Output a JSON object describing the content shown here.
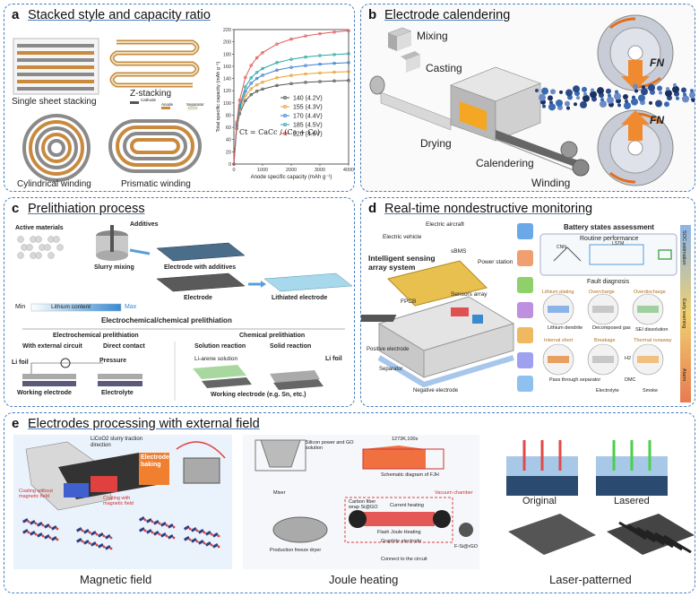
{
  "panels": {
    "a": {
      "letter": "a",
      "title": "Stacked style and capacity ratio",
      "labels": {
        "single": "Single sheet stacking",
        "z": "Z-stacking",
        "cyl": "Cylindrical winding",
        "pris": "Prismatic winding",
        "cathode": "Cathode",
        "anode": "Anode",
        "separator": "Separator"
      },
      "formula": "Ct = CaCc / (Ca + Cc)"
    },
    "b": {
      "letter": "b",
      "title": "Electrode calendering",
      "labels": {
        "mixing": "Mixing",
        "casting": "Casting",
        "drying": "Drying",
        "calendering": "Calendering",
        "winding": "Winding",
        "fn_top": "FN",
        "fn_bottom": "FN"
      }
    },
    "c": {
      "letter": "c",
      "title": "Prelithiation process",
      "labels": {
        "additives": "Additives",
        "active": "Active materials",
        "slurry": "Slurry mixing",
        "electrode_add": "Electrode with additives",
        "electrode": "Electrode",
        "lithiated": "Lithiated electrode",
        "min": "Min",
        "lithium_content": "Lithium content",
        "max": "Max",
        "ec_header": "Electrochemical/chemical prelithiation",
        "ec": "Electrochemical prelithiation",
        "chem": "Chemical prelithiation",
        "ext_circuit": "With external circuit",
        "direct": "Direct contact",
        "solution": "Solution reaction",
        "solid": "Solid reaction",
        "li_foil": "Li foil",
        "pressure": "Pressure",
        "li_arene": "Li-arene solution",
        "li_foil2": "Li foil",
        "working": "Working electrode",
        "electrolyte": "Electrolyte",
        "working2": "Working electrode (e.g. Sn, etc.)"
      }
    },
    "d": {
      "letter": "d",
      "title": "Real-time nondestructive monitoring",
      "labels": {
        "aircraft": "Electric aircraft",
        "vehicle": "Electric vehicle",
        "sbms": "sBMS",
        "power": "Power station",
        "intelligent": "Intelligent sensing array system",
        "fpcb": "FPCB",
        "sensors": "Sensors array",
        "positive": "Positive electrode",
        "separator": "Separator",
        "negative": "Negative electrode",
        "assessment": "Battery states assessment",
        "routine": "Routine performance",
        "cnn": "CNN",
        "lstm": "LSTM",
        "fault": "Fault diagnosis",
        "plating": "Lithium plating",
        "overcharge": "Overcharge",
        "overdischarge": "Overdischarge",
        "dendrite": "Lithium dendrite",
        "gas": "Decomposed gas",
        "sei": "SEI dissolution",
        "short": "Internal short",
        "breakage": "Breakage",
        "runaway": "Thermal runaway",
        "pass": "Pass through separator",
        "electrolyte": "Electrolyte",
        "dmc": "DMC",
        "smoke": "Smoke",
        "h2": "H2",
        "soc": "SOC estimation",
        "early": "Early warning",
        "alarm": "Alarm"
      }
    },
    "e": {
      "letter": "e",
      "title": "Electrodes processing with external field",
      "labels": {
        "slurry": "LiCoO2 slurry traction direction",
        "baking": "Electrode baking",
        "without": "Coating without magnetic field",
        "with": "Coating with magnetic field",
        "silicon": "Silicon power and GO solution",
        "temp": "1273K,100s",
        "schematic": "Schematic diagram of FJH",
        "vacuum": "Vacuum chamber",
        "carbon": "Carbon fiber wrap Si@GO",
        "current": "Current heating",
        "flash": "Flash Joule Heating",
        "graphite": "Graphite electrode",
        "fsi": "F-Si@rGO",
        "mixer": "Mixer",
        "freeze": "Production freeze dryer",
        "connect": "Connect to the circuit",
        "original": "Original",
        "lasered": "Lasered",
        "magnetic": "Magnetic field",
        "joule": "Joule heating",
        "laser": "Laser-patterned"
      }
    }
  },
  "chart_data": {
    "type": "line",
    "xlabel": "Anode specific capacity (mAh g⁻¹)",
    "ylabel": "Total specific capacity (mAh g⁻¹)",
    "xlim": [
      0,
      4000
    ],
    "ylim": [
      0,
      220
    ],
    "xticks": [
      "0",
      "1000",
      "2000",
      "3000",
      "4000"
    ],
    "yticks": [
      "0",
      "20",
      "40",
      "60",
      "80",
      "100",
      "120",
      "140",
      "160",
      "180",
      "200",
      "220"
    ],
    "x": [
      0,
      100,
      200,
      400,
      600,
      800,
      1000,
      1500,
      2000,
      2500,
      3000,
      3500,
      4000
    ],
    "series": [
      {
        "name": "140 (4.2V)",
        "color": "#555555",
        "values": [
          0,
          58.3,
          82.4,
          103.7,
          113.4,
          119.1,
          122.7,
          128.5,
          131.7,
          133.6,
          135.0,
          136.0,
          136.8
        ]
      },
      {
        "name": "155 (4.3V)",
        "color": "#e8a030",
        "values": [
          0,
          60.8,
          87.2,
          111.6,
          123.0,
          129.6,
          134.1,
          141.1,
          145.0,
          147.4,
          149.1,
          150.3,
          151.2
        ]
      },
      {
        "name": "170 (4.4V)",
        "color": "#3a7fd0",
        "values": [
          0,
          63.0,
          91.6,
          119.0,
          132.1,
          140.0,
          145.3,
          153.6,
          158.3,
          161.2,
          163.3,
          164.8,
          165.9
        ]
      },
      {
        "name": "185 (4.5V)",
        "color": "#2aa8a0",
        "values": [
          0,
          64.9,
          95.7,
          126.1,
          141.0,
          150.0,
          156.2,
          165.9,
          171.5,
          175.0,
          177.4,
          179.2,
          180.5
        ]
      },
      {
        "name": "220 (4.6V)",
        "color": "#e05a5a",
        "values": [
          0,
          68.8,
          104.3,
          141.7,
          161.4,
          173.8,
          182.3,
          196.3,
          204.4,
          209.6,
          213.3,
          216.0,
          218.1
        ]
      }
    ]
  },
  "colors": {
    "panel_border": "#4a7fc0",
    "cathode": "#8a8a8a",
    "anode": "#c98a3e",
    "separator": "#e8e0c0"
  }
}
